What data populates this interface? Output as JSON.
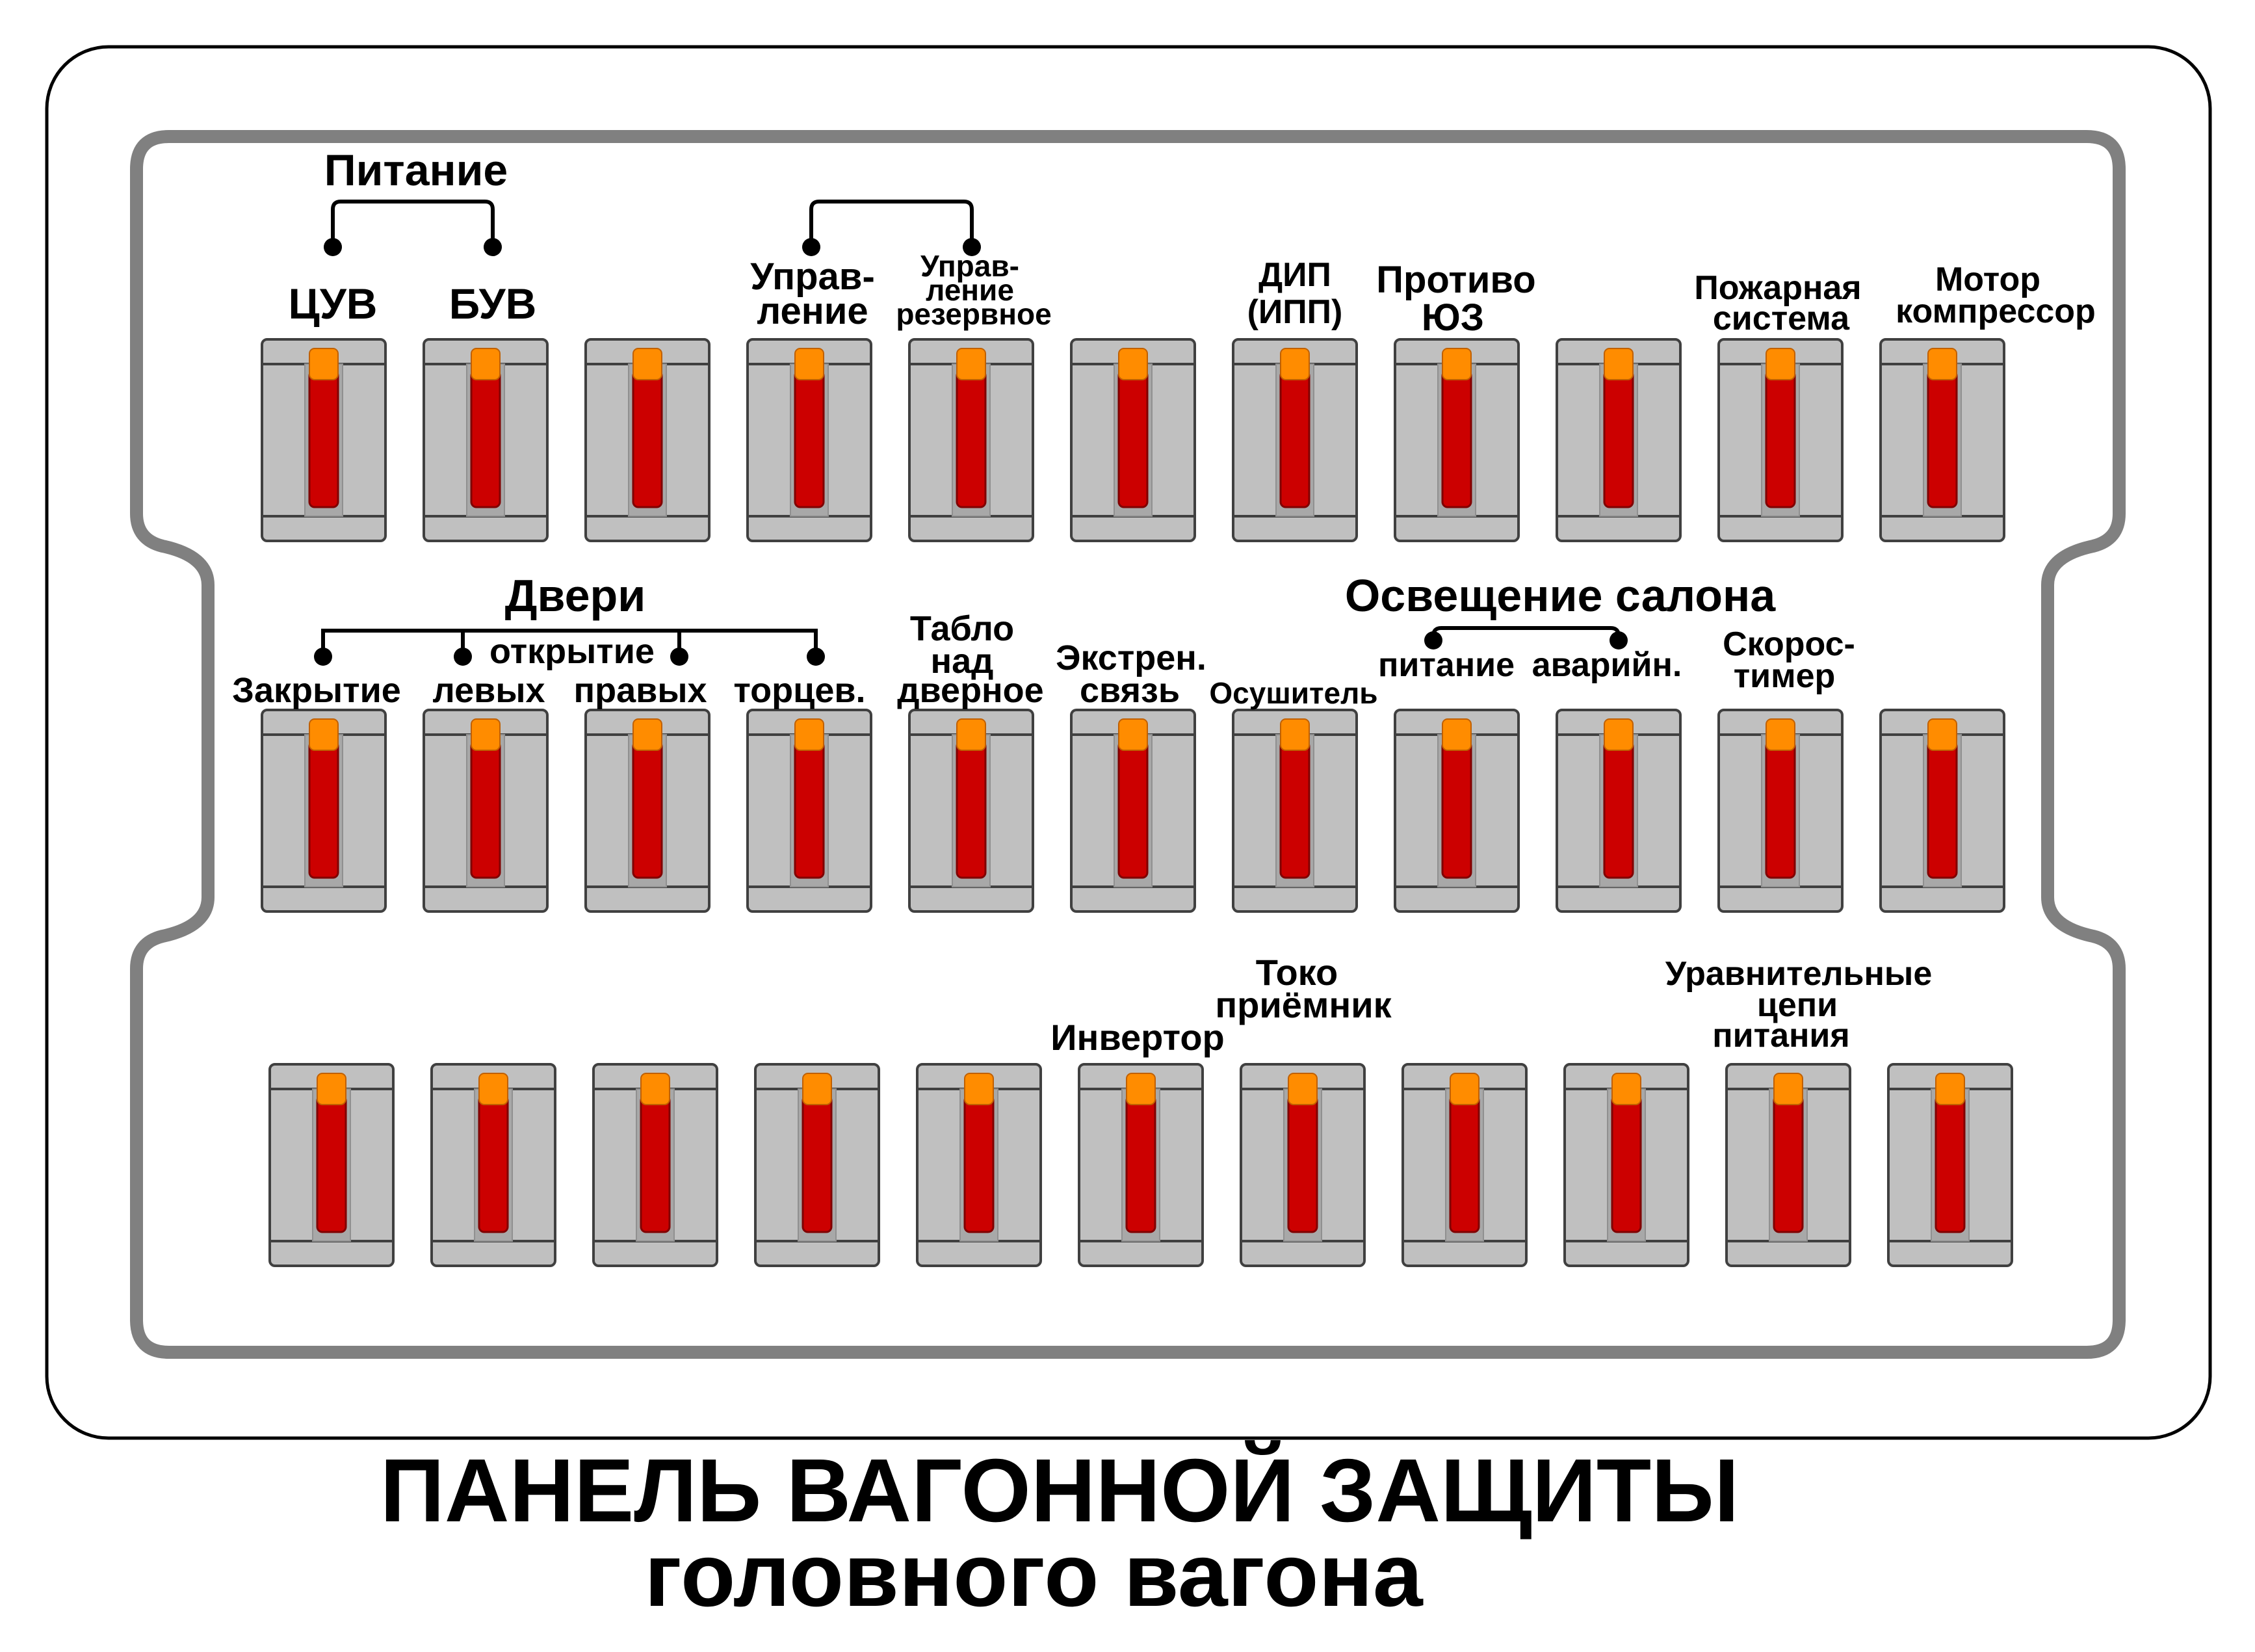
{
  "colors": {
    "panel_border": "#808080",
    "switch_body": "#c0c0c0",
    "switch_edge": "#404040",
    "lever_red": "#cc0000",
    "lever_tip_orange": "#ff8c00",
    "text": "#000000"
  },
  "title": {
    "line1": "ПАНЕЛЬ ВАГОННОЙ ЗАЩИТЫ",
    "line2": "головного вагона"
  },
  "groups": {
    "power": "Питание",
    "control_bracket": "",
    "doors": "Двери",
    "doors_opening": "открытие",
    "lighting": "Освещение салона"
  },
  "row1_labels": {
    "tsuv": "ЦУВ",
    "buv": "БУВ",
    "control_1": "Управ-",
    "control_2": "ление",
    "control_reserve_1": "Управ-",
    "control_reserve_2": "ление",
    "control_reserve_3": "резервное",
    "dip_1": "ДИП",
    "dip_2": "(ИПП)",
    "anti_skid_1": "Противо",
    "anti_skid_2": "ЮЗ",
    "fire_1": "Пожарная",
    "fire_2": "система",
    "motor_1": "Мотор",
    "motor_2": "компрессор"
  },
  "row2_labels": {
    "closing": "Закрытие",
    "left": "левых",
    "right": "правых",
    "end": "торцев.",
    "tablo_1": "Табло",
    "tablo_2": "над",
    "tablo_3": "дверное",
    "emergency_1": "Экстрен.",
    "emergency_2": "связь",
    "dehumidifier": "Осушитель",
    "light_power": "питание",
    "light_emergency": "аварийн.",
    "speed_1": "Скорос-",
    "speed_2": "тимер"
  },
  "row3_labels": {
    "inverter": "Инвертор",
    "pantograph_1": "Токо",
    "pantograph_2": "приёмник",
    "equalizing_1": "Уравнительные",
    "equalizing_2": "цепи",
    "equalizing_3": "питания"
  },
  "switches": {
    "row1": [
      "ЦУВ",
      "БУВ",
      "",
      "Управление",
      "Управление резервное",
      "",
      "ДИП (ИПП)",
      "Противо ЮЗ",
      "",
      "Пожарная система",
      "Мотор компрессор"
    ],
    "row2": [
      "Закрытие",
      "левых",
      "правых",
      "торцев.",
      "Табло над дверное",
      "Экстрен. связь",
      "Осушитель",
      "питание",
      "аварийн.",
      "Скоростимер",
      ""
    ],
    "row3": [
      "",
      "",
      "",
      "",
      "",
      "Инвертор",
      "Токоприёмник",
      "",
      "",
      "Уравнительные цепи питания",
      ""
    ]
  }
}
